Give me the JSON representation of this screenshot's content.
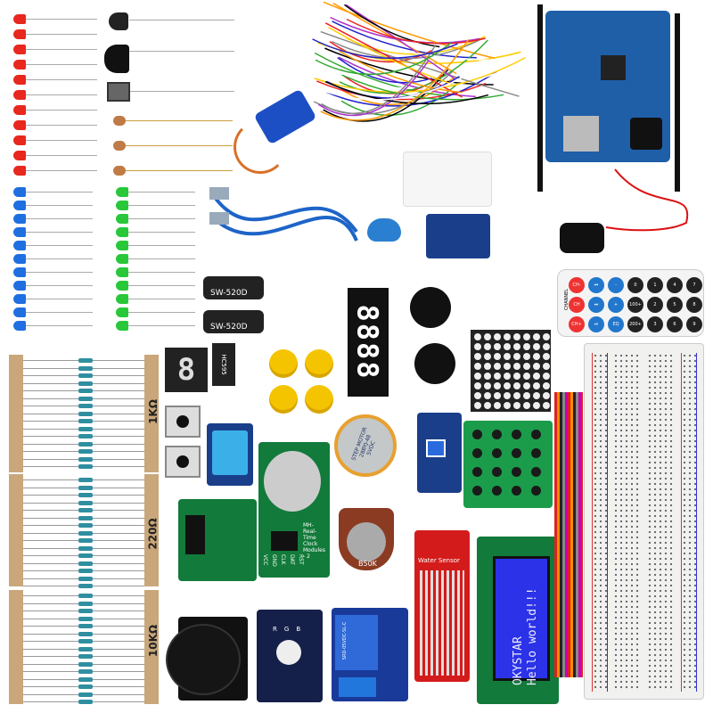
{
  "resistors": {
    "r1": "1KΩ",
    "r2": "220Ω",
    "r3": "10KΩ"
  },
  "tilt_switch": {
    "label1": "SW-520D",
    "label2": "SW-520D"
  },
  "seven_segment_4": "8888",
  "seven_segment_1": "8",
  "ic_label": "HC595",
  "rtc": {
    "title": "MH-Real-Time Clock Modules - 2",
    "pins": [
      "VCC",
      "GND",
      "CLK",
      "DAT",
      "RST"
    ]
  },
  "stepper": {
    "label": "STEP MOTOR 28BYJ-48 5VDC"
  },
  "potentiometer": "B50K",
  "water_sensor": "Water Sensor",
  "lcd": {
    "line1": "OKYSTAR",
    "line2": "Hello world!!!"
  },
  "remote": {
    "keys": [
      "CH-",
      "CH",
      "CH+",
      "⏮",
      "⏭",
      "⏯",
      "-",
      "+",
      "EQ",
      "0",
      "100+",
      "200+",
      "1",
      "2",
      "3",
      "4",
      "5",
      "6",
      "7",
      "8",
      "9"
    ],
    "brand": "CHANNEL"
  },
  "rgb_module": {
    "pins": [
      "R",
      "G",
      "B"
    ]
  },
  "relay": {
    "label": "SRD-05VDC-SL-C"
  },
  "colors": {
    "red_led": "#e8271e",
    "blue_led": "#1f6fe0",
    "green_led": "#28c83a",
    "pcb_green": "#127a3a",
    "pcb_blue": "#1a3e8a",
    "lcd_blue": "#2b32e8",
    "keypad_key": "#1a1a1a",
    "yellow_cap": "#f5c400"
  }
}
